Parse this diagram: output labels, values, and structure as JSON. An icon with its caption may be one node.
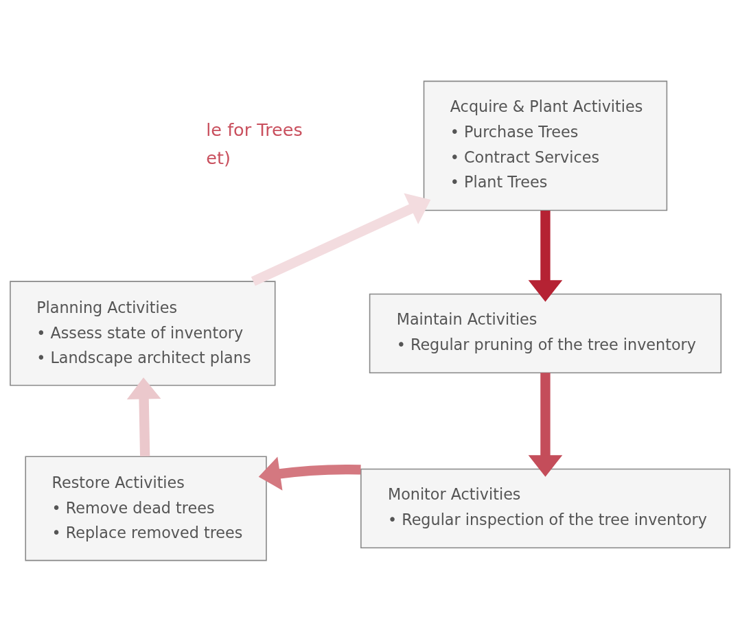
{
  "diagram": {
    "nodes": [
      {
        "text": [
          "Acquire & Plant Activities",
          "• Purchase Trees",
          "• Contract Services",
          "• Plant Trees"
        ]
      },
      {
        "text": [
          "Planning Activities",
          "• Assess state of inventory",
          "• Landscape architect plans"
        ]
      },
      {
        "text": [
          "Maintain Activities",
          "• Regular pruning of the tree inventory"
        ]
      },
      {
        "text": [
          "Restore Activities",
          "• Remove dead trees",
          "• Replace removed trees"
        ]
      },
      {
        "text": [
          "Monitor Activities",
          "• Regular inspection of the tree inventory"
        ]
      }
    ],
    "edges": [
      {
        "from": 0,
        "to": 2,
        "arrow": "to",
        "color": "#b52233"
      },
      {
        "from": 2,
        "to": 4,
        "arrow": "to",
        "color": "#c44d5a"
      },
      {
        "from": 4,
        "to": 3,
        "arrow": "to",
        "color": "#d47880"
      },
      {
        "from": 3,
        "to": 1,
        "arrow": "to",
        "color": "#ebc8cc"
      },
      {
        "from": 1,
        "to": 0,
        "arrow": "to",
        "color": "#f3dcdf"
      }
    ],
    "labels": [
      "le for Trees",
      "et)"
    ]
  }
}
